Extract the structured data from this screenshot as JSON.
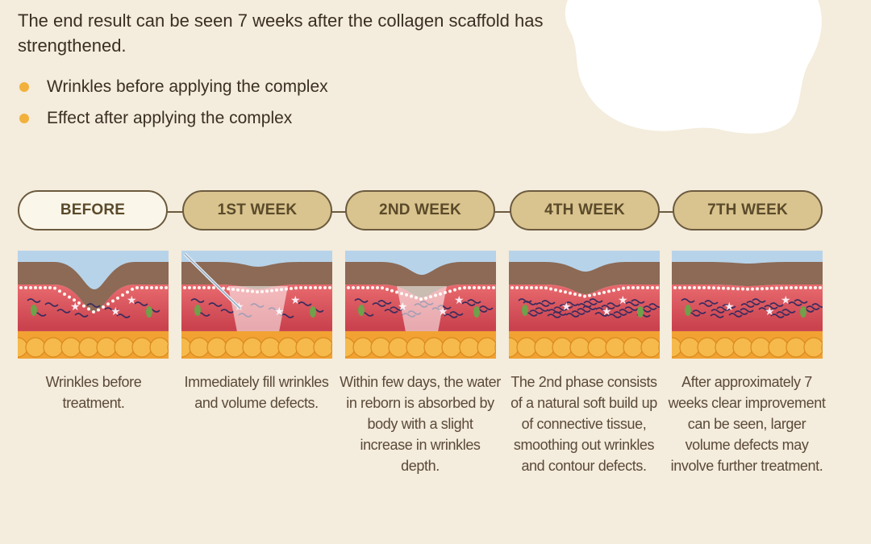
{
  "intro": {
    "text": "The end result can be seen 7 weeks after the collagen scaffold has strengthened."
  },
  "legend": [
    {
      "label": "Wrinkles before applying the complex",
      "color": "#f2b13b"
    },
    {
      "label": "Effect after applying the complex",
      "color": "#f2b13b"
    }
  ],
  "stages": [
    {
      "label": "BEFORE",
      "caption": "Wrinkles before treatment."
    },
    {
      "label": "1ST WEEK",
      "caption": "Immediately fill wrinkles and volume defects."
    },
    {
      "label": "2ND WEEK",
      "caption": "Within few days, the water in reborn is absorbed by body with a slight increase in wrinkles depth."
    },
    {
      "label": "4TH WEEK",
      "caption": "The 2nd phase consists of a natural soft build up of connective tissue, smoothing out wrinkles and contour defects."
    },
    {
      "label": "7TH WEEK",
      "caption": "After approximately 7 weeks clear improvement can be seen, larger volume defects may involve further treatment."
    }
  ],
  "colors": {
    "background": "#f4ecdc",
    "pill_fill": "#d9c38e",
    "pill_first_fill": "#fbf6ea",
    "pill_border": "#6b5a3e",
    "bullet": "#f2b13b",
    "sky": "#b7d3ea",
    "epidermis": "#8c6a55",
    "dermis": "#c9414d",
    "fat": "#f1a233"
  }
}
